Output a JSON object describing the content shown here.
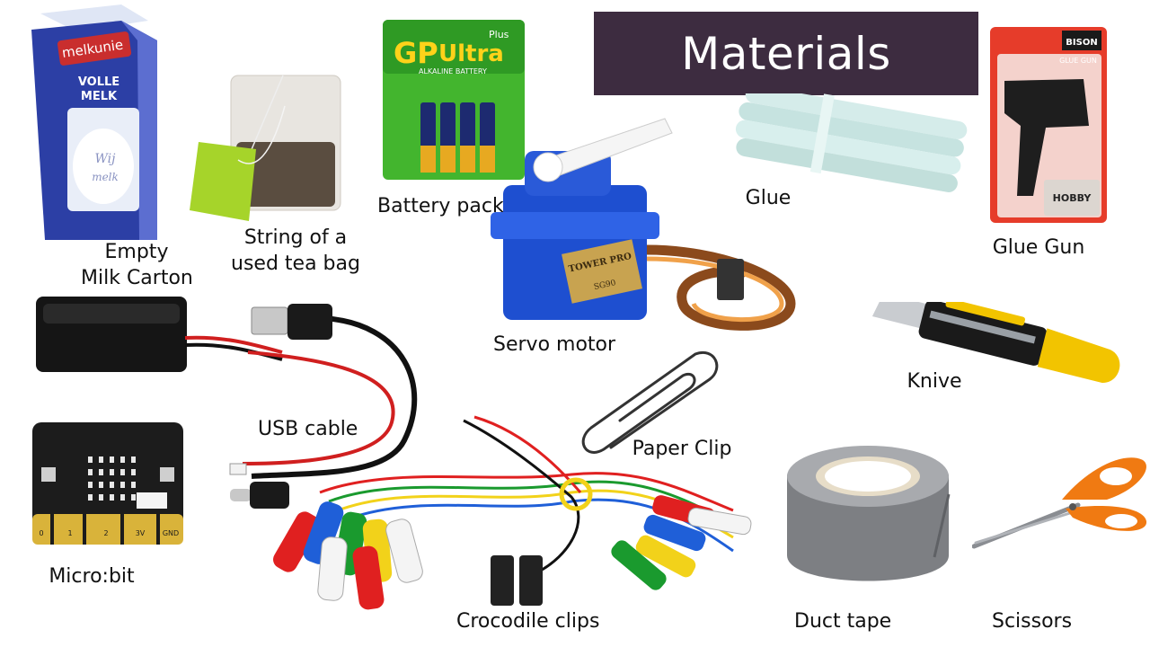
{
  "title": "Materials",
  "items": {
    "milk_carton": {
      "label_line1": "Empty",
      "label_line2": "Milk Carton",
      "print_brand": "melkunie",
      "print_product_1": "VOLLE",
      "print_product_2": "MELK",
      "print_tagline_1": "Wij",
      "print_tagline_2": "melk"
    },
    "tea_bag": {
      "label_line1": "String of a",
      "label_line2": "used tea bag"
    },
    "battery_pack": {
      "label": "Battery pack",
      "print_brand": "GP",
      "print_product": "Ultra",
      "print_plus": "Plus",
      "print_sub": "ALKALINE BATTERY"
    },
    "servo_motor": {
      "label": "Servo motor",
      "print_brand": "TOWER PRO",
      "print_model": "SG90"
    },
    "glue": {
      "label": "Glue"
    },
    "glue_gun": {
      "label": "Glue Gun",
      "print_brand": "BISON",
      "print_product": "GLUE GUN",
      "print_hobby": "HOBBY"
    },
    "battery_holder": {},
    "usb_cable": {
      "label": "USB cable"
    },
    "paper_clip": {
      "label": "Paper Clip"
    },
    "knife": {
      "label": "Knive"
    },
    "microbit": {
      "label": "Micro:bit",
      "pins": [
        "0",
        "1",
        "2",
        "3V",
        "GND"
      ]
    },
    "crocodile_clips": {
      "label": "Crocodile clips"
    },
    "duct_tape": {
      "label": "Duct tape"
    },
    "scissors": {
      "label": "Scissors"
    }
  },
  "colors": {
    "title_bg": "#3d2c40",
    "title_text": "#ffffff",
    "microbit_board": "#1c1c1c",
    "microbit_pins": "#d9b33a",
    "servo_blue": "#1e4fd0",
    "knife_yellow": "#f2c400",
    "scissors_orange": "#f07a12",
    "battery_green": "#4cc232"
  }
}
